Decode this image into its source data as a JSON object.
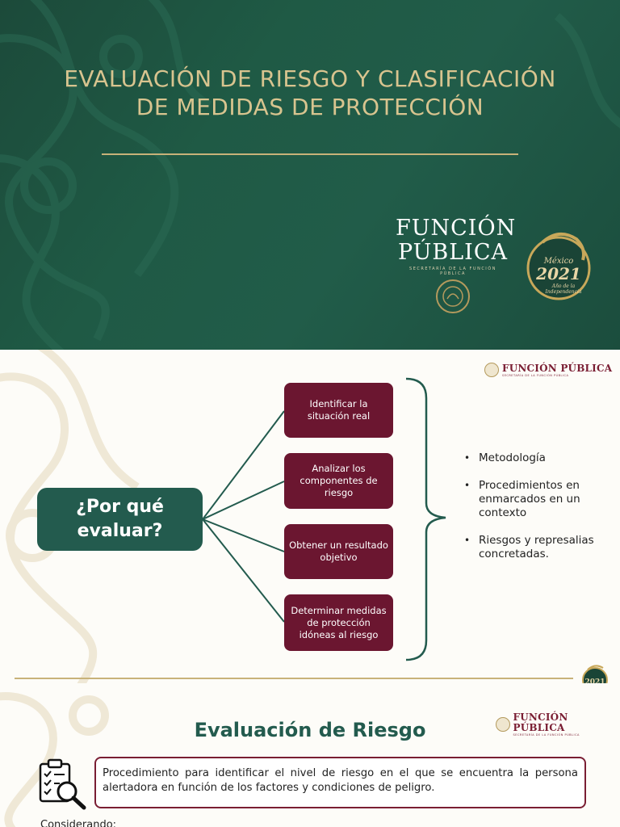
{
  "slide1": {
    "title": "EVALUACIÓN DE RIESGO Y CLASIFICACIÓN DE MEDIDAS DE PROTECCIÓN",
    "logo_line1": "FUNCIÓN",
    "logo_line2": "PÚBLICA",
    "logo_sub": "SECRETARÍA DE LA FUNCIÓN PÚBLICA",
    "emblem_country": "México",
    "emblem_year": "2021",
    "emblem_caption_1": "Año de la",
    "emblem_caption_2": "Independencia"
  },
  "slide2": {
    "logo_text": "FUNCIÓN PÚBLICA",
    "logo_sub": "SECRETARÍA DE LA FUNCIÓN PÚBLICA",
    "question": "¿Por qué evaluar?",
    "steps": [
      "Identificar la situación real",
      "Analizar los componentes de riesgo",
      "Obtener un resultado objetivo",
      "Determinar medidas de protección idóneas al riesgo"
    ],
    "bullets": [
      "Metodología",
      "Procedimientos en enmarcados en un contexto",
      "Riesgos y represalias concretadas."
    ],
    "emblem_year": "2021"
  },
  "slide3": {
    "logo_text": "FUNCIÓN PÚBLICA",
    "logo_sub": "SECRETARÍA DE LA FUNCIÓN PÚBLICA",
    "title": "Evaluación de Riesgo",
    "definition": "Procedimiento para identificar el nivel de riesgo en el que se encuentra la persona alertadora en función de los factores y condiciones de peligro.",
    "cut_text": "Considerando:"
  },
  "colors": {
    "green_dark": "#235b4e",
    "guinda": "#6b1630",
    "gold": "#c8b279"
  }
}
